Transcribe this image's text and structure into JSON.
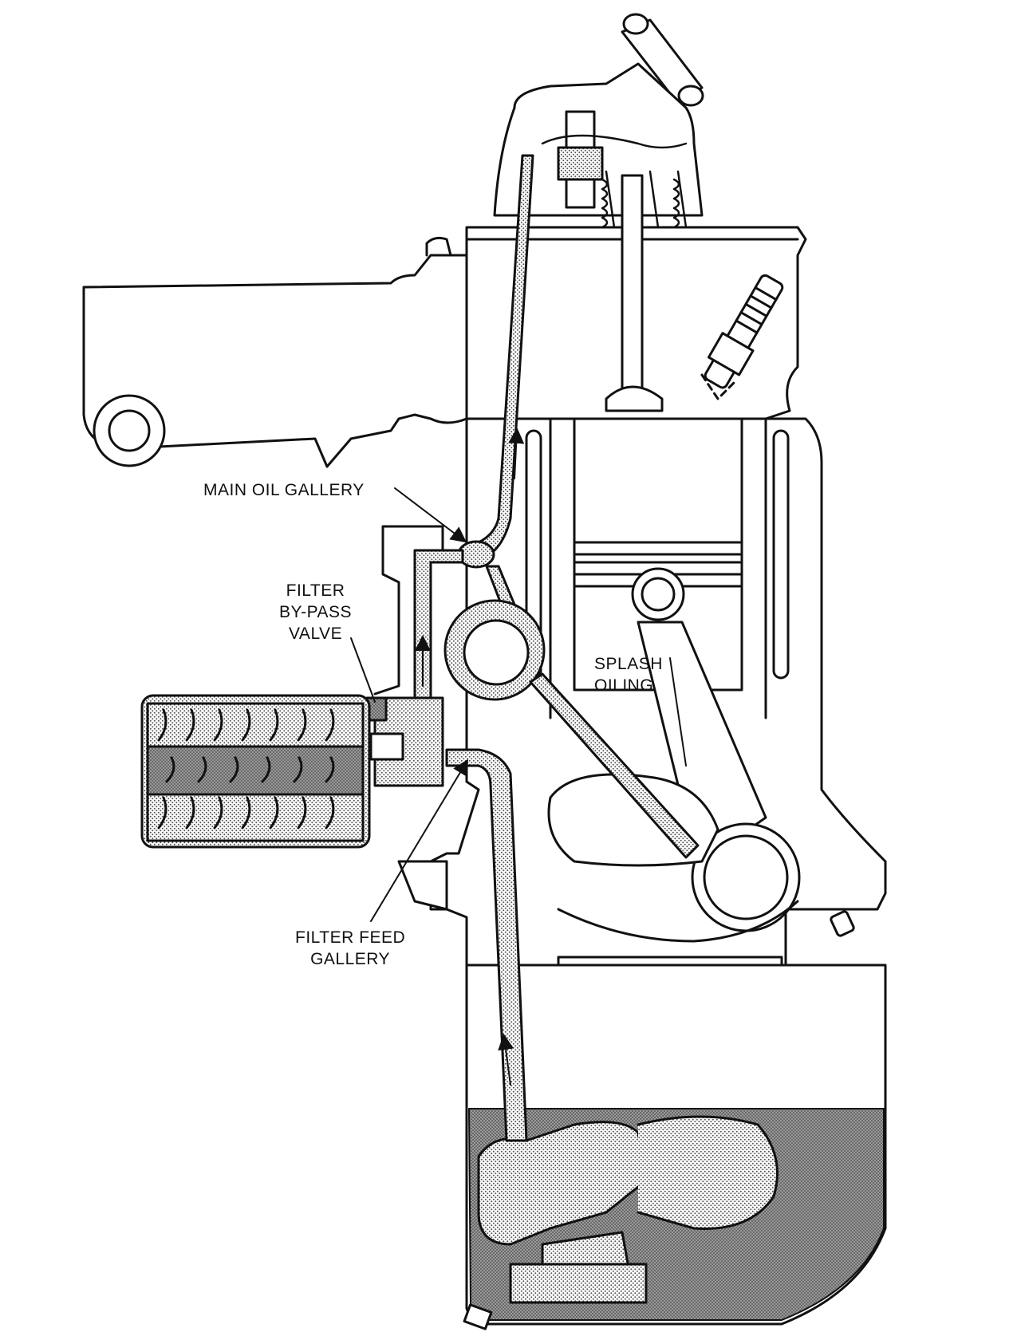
{
  "labels": {
    "main_oil_gallery": "MAIN OIL GALLERY",
    "filter_bypass_valve": [
      "FILTER",
      "BY-PASS",
      "VALVE"
    ],
    "splash_oiling": [
      "SPLASH",
      "OILING"
    ],
    "filter_feed_gallery": [
      "FILTER FEED",
      "GALLERY"
    ]
  },
  "colors": {
    "ink": "#111111",
    "oil_fill": "#bdbdbd",
    "background": "#ffffff"
  }
}
